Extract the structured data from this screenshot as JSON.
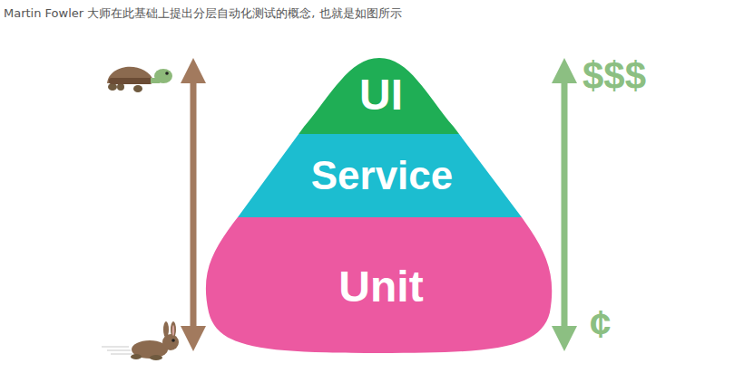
{
  "diagram": {
    "title": "Martin Fowler 大师在此基础上提出分层自动化测试的概念, 也就是如图所示",
    "nodes": [
      {
        "text": [
          "UI"
        ]
      },
      {
        "text": [
          "Service"
        ]
      },
      {
        "text": [
          "Unit"
        ]
      }
    ],
    "labels": [
      "$$$",
      "¢"
    ]
  }
}
